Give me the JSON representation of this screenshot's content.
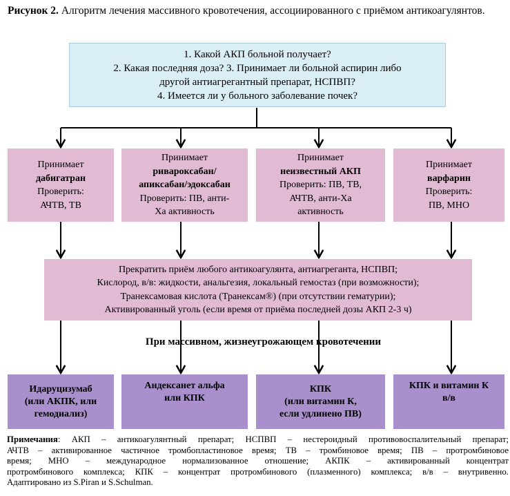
{
  "caption": {
    "label": "Рисунок 2.",
    "text": "Алгоритм лечения массивного кровотечения, ассоциированного с приёмом антикоагулянтов."
  },
  "questions": [
    "1. Какой АКП больной получает?",
    "2. Какая последняя доза? 3. Принимает ли больной аспирин либо",
    "другой антиагрегантный препарат, НСПВП?",
    "4. Имеется ли у больного заболевание почек?"
  ],
  "drugs": [
    {
      "prefix": "Принимает",
      "name": "дабигатран",
      "check": [
        "Проверить:",
        "АЧТВ, ТВ"
      ]
    },
    {
      "prefix": "Принимает",
      "name": "ривароксабан/",
      "name2": "апиксабан/эдоксабан",
      "check": [
        "Проверить: ПВ, анти-",
        "Ха активность"
      ]
    },
    {
      "prefix": "Принимает",
      "name": "неизвестный АКП",
      "check": [
        "Проверить: ПВ, ТВ,",
        "АЧТВ, анти-Ха",
        "активность"
      ]
    },
    {
      "prefix": "Принимает",
      "name": "варфарин",
      "check": [
        "Проверить:",
        "ПВ, МНО"
      ]
    }
  ],
  "actions": [
    "Прекратить приём любого антикоагулянта, антиагреганта, НСПВП;",
    "Кислород, в/в: жидкости, анальгезия, локальный гемостаз (при возможности);",
    "Транексамовая кислота (Транексам®) (при отсутствии гематурии);",
    "Активированный уголь (если время от приёма последней дозы АКП 2-3 ч)"
  ],
  "alert": "При массивном, жизнеугрожающем кровотечении",
  "treatments": [
    [
      "Идаруцизумаб",
      "(или АКПК, или",
      "гемодиализ)"
    ],
    [
      "Андексанет альфа",
      "или КПК"
    ],
    [
      "КПК",
      "(или витамин К,",
      "если удлинено ПВ)"
    ],
    [
      "КПК и витамин К",
      "в/в"
    ]
  ],
  "notes": {
    "label": "Примечания",
    "lines": [
      ": АКП – антикоагулянтный препарат; НСПВП – нестероидный противовоспалительный препарат;",
      "АЧТВ – активированное частичное тромбопластиновое время; ТВ – тромбиновое время; ПВ – протромбиновое",
      "время; МНО – международное нормализованное отношение; АКПК – активированный концентрат",
      "протромбинового комплекса; КПК – концентрат протромбинового (плазменного) комплекса; в/в – внутривенно.",
      "Адаптировано из S.Piran и S.Schulman."
    ]
  },
  "colors": {
    "question_box": "#d9eef5",
    "drug_box": "#e1bad4",
    "action_box": "#e1bad4",
    "treatment_box": "#a98fcc"
  }
}
